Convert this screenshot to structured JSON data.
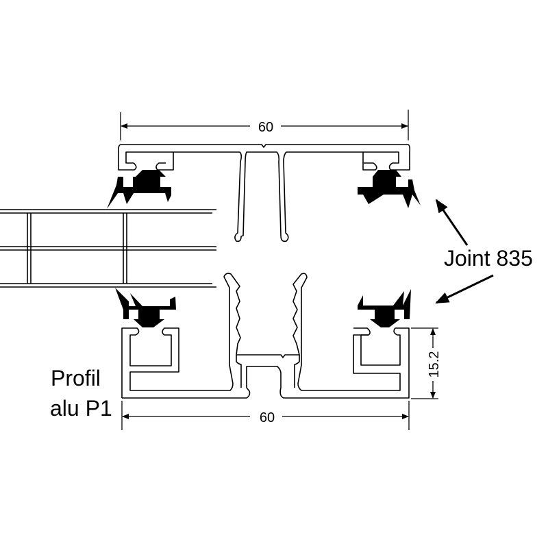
{
  "dimensions": {
    "top_width": "60",
    "bottom_width": "60",
    "height": "15.2"
  },
  "labels": {
    "gasket": "Joint 835",
    "profile_line1": "Profil",
    "profile_line2": "alu P1"
  },
  "colors": {
    "line": "#000000",
    "background": "#ffffff"
  }
}
